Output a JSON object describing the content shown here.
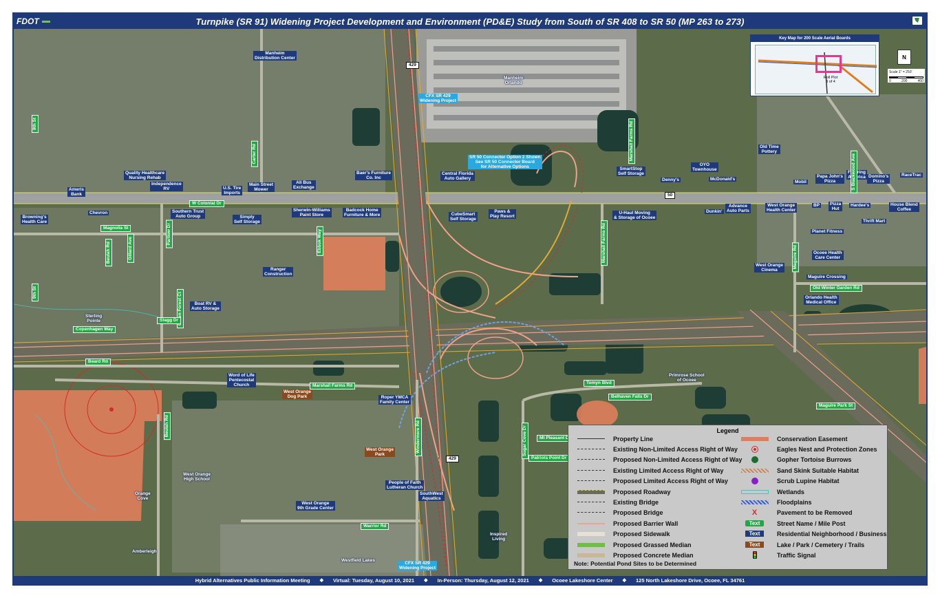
{
  "header": {
    "logo": "FDOT",
    "title": "Turnpike (SR 91) Widening Project Development and Environment (PD&E) Study from South of SR 408 to SR 50 (MP 263 to 273)"
  },
  "footer": {
    "meeting": "Hybrid Alternatives Public Information Meeting",
    "virtual": "Virtual: Tuesday, August 10, 2021",
    "in_person": "In-Person: Thursday, August 12, 2021",
    "venue": "Ocoee Lakeshore Center",
    "address": "125 North Lakeshore Drive, Ocoee, FL 34761"
  },
  "keymap": {
    "title": "Key Map for 200 Scale Aerial Boards",
    "roll": "Roll Plot",
    "roll_of": "3 of 4"
  },
  "north": "N",
  "scale": {
    "label": "Scale  1\" = 250'",
    "ticks": [
      "0",
      "200",
      "400"
    ]
  },
  "cfx_labels": {
    "top": "CFX SR 429\nWidening Project",
    "bottom": "CFX SR 429\nWidening Project",
    "connector": "SR 50 Connector Option 2 Shown\nSee SR 50 Connector Board\nfor Alternative Options"
  },
  "businesses": [
    {
      "id": "manheim-dc",
      "text": "Manheim\nDistribution Center"
    },
    {
      "id": "manheim-orlando",
      "text": "Manheim\nOrlando"
    },
    {
      "id": "quality-healthcare",
      "text": "Quality Healthcare\nNursing Rehab"
    },
    {
      "id": "ameris",
      "text": "Ameris\nBank"
    },
    {
      "id": "independence-rv",
      "text": "Independence\nRV"
    },
    {
      "id": "us-tire",
      "text": "U.S. Tire\nImports"
    },
    {
      "id": "main-street-mower",
      "text": "Main Street\nMower"
    },
    {
      "id": "all-bus",
      "text": "All Bus\nExchange"
    },
    {
      "id": "baers",
      "text": "Baer's Furniture\nCo. Inc"
    },
    {
      "id": "central-florida-auto",
      "text": "Central Florida\nAuto Gallery"
    },
    {
      "id": "chevron",
      "text": "Chevron"
    },
    {
      "id": "brownings",
      "text": "Browning's\nHealth Care"
    },
    {
      "id": "southern-trust",
      "text": "Southern Trust\nAuto Group"
    },
    {
      "id": "simply-self",
      "text": "Simply\nSelf Storage"
    },
    {
      "id": "sherwin",
      "text": "Sherwin-Williams\nPaint Store"
    },
    {
      "id": "badcock",
      "text": "Badcock Home\nFurniture & More"
    },
    {
      "id": "cubesmart",
      "text": "CubeSmart\nSelf Storage"
    },
    {
      "id": "paws",
      "text": "Paws &\nPlay Resort"
    },
    {
      "id": "smartstop",
      "text": "SmartStop\nSelf Storage"
    },
    {
      "id": "oyo",
      "text": "OYO\nTownhouse"
    },
    {
      "id": "dennys",
      "text": "Denny's"
    },
    {
      "id": "mcdonalds",
      "text": "McDonald's"
    },
    {
      "id": "old-time-pottery",
      "text": "Old Time\nPottery"
    },
    {
      "id": "mobil",
      "text": "Mobil"
    },
    {
      "id": "papa-johns",
      "text": "Papa John's\nPizza"
    },
    {
      "id": "flooring-america",
      "text": "Flooring\nAmerica"
    },
    {
      "id": "dominos",
      "text": "Domino's\nPizza"
    },
    {
      "id": "racetrac",
      "text": "RaceTrac"
    },
    {
      "id": "uhaul",
      "text": "U-Haul Moving\n& Storage of Ocoee"
    },
    {
      "id": "dunkin",
      "text": "Dunkin'"
    },
    {
      "id": "advance",
      "text": "Advance\nAuto Parts"
    },
    {
      "id": "wo-health",
      "text": "West Orange\nHealth Center"
    },
    {
      "id": "bp",
      "text": "BP"
    },
    {
      "id": "pizza-hut",
      "text": "Pizza\nHut"
    },
    {
      "id": "hardees",
      "text": "Hardee's"
    },
    {
      "id": "house-blend",
      "text": "House Blend\nCoffee"
    },
    {
      "id": "planet-fitness",
      "text": "Planet Fitness"
    },
    {
      "id": "thrift-mart",
      "text": "Thrift Mart"
    },
    {
      "id": "ocoee-health",
      "text": "Ocoee Health\nCare Center"
    },
    {
      "id": "wo-cinema",
      "text": "West Orange\nCinema"
    },
    {
      "id": "maguire-crossing",
      "text": "Maguire Crossing"
    },
    {
      "id": "orlando-health",
      "text": "Orlando Health\nMedical Office"
    },
    {
      "id": "ranger",
      "text": "Ranger\nConstruction"
    },
    {
      "id": "boat-rv",
      "text": "Boat RV &\nAuto Storage"
    },
    {
      "id": "sterling-pointe",
      "text": "Sterling\nPointe"
    },
    {
      "id": "word-of-life",
      "text": "Word of Life\nPentecostal\nChurch"
    },
    {
      "id": "roper-ymca",
      "text": "Roper YMCA\nFamily Center"
    },
    {
      "id": "primrose",
      "text": "Primrose School\nof Ocoee"
    },
    {
      "id": "wo-high",
      "text": "West Orange\nHigh School"
    },
    {
      "id": "orange-cove",
      "text": "Orange\nCove"
    },
    {
      "id": "wo-9th",
      "text": "West Orange\n9th Grade Center"
    },
    {
      "id": "people-of-faith",
      "text": "People of Faith\nLutheran Church"
    },
    {
      "id": "southwest-aquatics",
      "text": "SouthWest\nAquatics"
    },
    {
      "id": "inspired-living",
      "text": "Inspired\nLiving"
    },
    {
      "id": "amberleigh",
      "text": "Amberleigh"
    },
    {
      "id": "westfield-lakes",
      "text": "Westfield Lakes"
    }
  ],
  "parks": [
    {
      "id": "wo-dog-park",
      "text": "West Orange\nDog Park"
    },
    {
      "id": "wo-park",
      "text": "West Orange\nPark"
    }
  ],
  "streets": {
    "colonial": "W Colonial Dr",
    "magnolia": "Magnolia St",
    "ninth_north": "9th St",
    "ninth_south": "9th St",
    "beulah_north": "Beulah Rd",
    "beulah_south": "Beulah Rd",
    "gillard": "Gillard Ave",
    "partlow": "Partlow Dr",
    "green_forest": "Green Forest Ct",
    "stagg": "Stagg Dr",
    "ebbok": "Ebbok Way",
    "carter": "Carter Rd",
    "copenhagen": "Copenhagen Way",
    "beard": "Beard Rd",
    "marshall_farms_w": "Marshall Farms Rd",
    "marshall_farms_n": "Marshall Farms Rd",
    "marshall_farms_c": "Marshall Farms Rd",
    "windermere": "Windermere Rd",
    "warrior": "Warrior Rd",
    "tomyn": "Tomyn Blvd",
    "belhaven": "Belhaven Falls Dr",
    "mt_pleasant": "Mt Pleasant Dr",
    "sugar_cove": "Sugar Cove Dr",
    "patriots": "Patriots Point Dr",
    "maguire": "Maguire Rd",
    "old_winter_garden": "Old Winter Garden Rd",
    "maguire_park": "Maguire Park St",
    "blackwood": "S Blackwood Ave",
    "sr50": "50",
    "sr429_n": "429",
    "sr429_s": "429"
  },
  "legend": {
    "title": "Legend",
    "left": [
      "Property Line",
      "Existing Non-Limited Access Right of Way",
      "Proposed Non-Limited Access Right of Way",
      "Existing Limited Access Right of Way",
      "Proposed Limited Access Right of Way",
      "Proposed Roadway",
      "Existing Bridge",
      "Proposed Bridge",
      "Proposed Barrier Wall",
      "Proposed Sidewalk",
      "Proposed Grassed Median",
      "Proposed Concrete Median"
    ],
    "right": [
      "Conservation Easement",
      "Eagles Nest and Protection Zones",
      "Gopher Tortoise Burrows",
      "Sand Skink Suitable Habitat",
      "Scrub Lupine Habitat",
      "Wetlands",
      "Floodplains",
      "Pavement to be Removed",
      "Street Name / Mile Post",
      "Residential Neighborhood / Business",
      "Lake / Park / Cemetery / Trails",
      "Traffic Signal"
    ],
    "sample_text": "Text",
    "x_mark": "X",
    "note": "Note: Potential Pond Sites to be Determined"
  },
  "colors": {
    "fdot_blue": "#1f3a7a",
    "conservation": "#e07e5c",
    "proposed_roadway": "#6b6b5a",
    "street_green": "#22a843",
    "park_brown": "#8a4a1e",
    "cfx_blue": "#2aa8df",
    "highlight": "#e8378e"
  }
}
